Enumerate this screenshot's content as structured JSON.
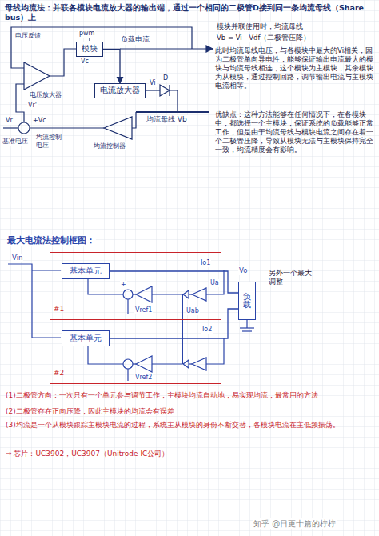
{
  "diagram": {
    "title": "母线均流法：并联各模块电流放大器的输出端，通过一个相同的二极管D接到同一条均流母线（Share bus）上",
    "nodes": [
      {
        "text": [
          "模块"
        ]
      },
      {
        "text": [
          "电流放大器"
        ]
      },
      {
        "text": [
          "#1"
        ]
      },
      {
        "text": [
          "基本单元"
        ],
        "in": 2
      },
      {
        "text": [
          "#2"
        ]
      },
      {
        "text": [
          "基本单元"
        ],
        "in": 4
      },
      {
        "text": [
          "负载"
        ]
      }
    ],
    "edges": [
      {
        "from": 0,
        "to": 1,
        "arrow": "to"
      },
      {
        "from": 3,
        "to": 6,
        "arrow": "none"
      },
      {
        "from": 5,
        "to": 6,
        "arrow": "none"
      }
    ],
    "labels": [
      "pwm",
      "负载电流",
      "Vc",
      "电压反馈",
      "电压放大器",
      "Vr'",
      "Vi",
      "D",
      "均流母线 Vb",
      "Vr",
      "+Vc",
      "基准电压",
      "均流控制电压",
      "均流控制器",
      "模块并联使用时，均流母线",
      "Vb = Vi - Vdf（二极管压降）",
      "此时均流母线电压，与各模块中最大的Vi相关，因为二极管单向导电性，能够保证输出电流最大的模块与均流母线相连，这个模块为主模块，其余模块为从模块，通过控制回路，调节输出电流与主模块电流相等。",
      "优缺点：这种方法能够在任何情况下，在各模块中，都选择一个主模块，保证系统的负载能够正常工作，但是由于均流母线与模块电流之间存在着一个二极管压降，导致从模块无法与主模块保持完全一致，均流精度会有影响。",
      "最大电流法控制框图：",
      "Vin",
      "Io1",
      "Vo",
      "另外一个最大调整",
      "+",
      "Ua",
      "Uab",
      "Vref1",
      "Vref2",
      "Io2",
      "(1)二极管方向：一次只有一个单元参与调节工作，主模块均流自动地，易实现均流，最常用的方法",
      "(2)二极管存在正向压降，因此主模块的均流会有误差",
      "(3)均流是一个从模块跟踪主模块电流的过程，系统主从模块的身份不断交替，各模块电流在主低频振荡。",
      "⇒ 芯片：UC3902，UC3907（Unitrode IC公司）",
      "知乎 @日更十篇的柠柠"
    ]
  }
}
